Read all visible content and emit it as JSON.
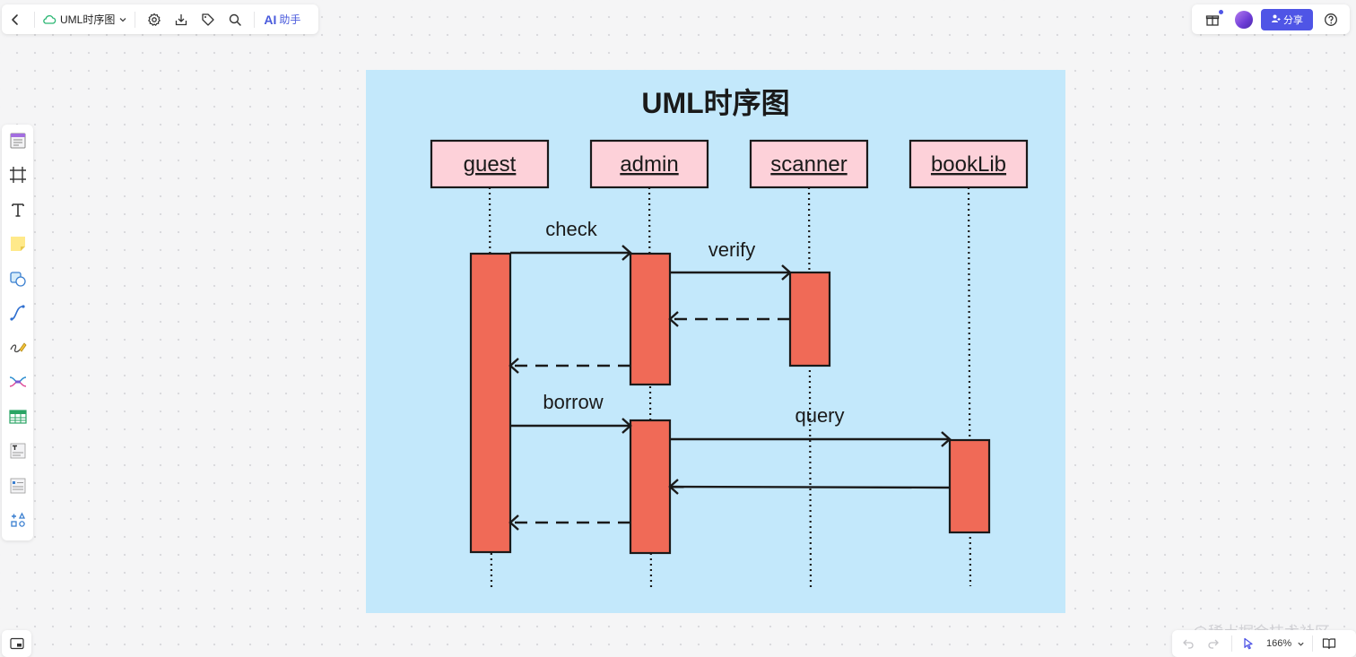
{
  "toolbar": {
    "document_title": "UML时序图",
    "ai_label": "AI",
    "ai_text": "助手",
    "icons": [
      "back-icon",
      "cloud-sync-icon",
      "chevron-down-icon",
      "settings-icon",
      "download-icon",
      "tag-icon",
      "search-icon"
    ]
  },
  "topright": {
    "share_label": "分享",
    "icons": [
      "gift-box-icon",
      "avatar",
      "share-user-icon",
      "help-icon"
    ]
  },
  "left_tools": [
    "frame-template-icon",
    "crop-frame-icon",
    "text-icon",
    "sticky-note-icon",
    "shape-icon",
    "connector-icon",
    "pen-icon",
    "mindmap-icon",
    "table-icon",
    "text-card-icon",
    "list-card-icon",
    "more-components-icon"
  ],
  "bottom": {
    "zoom": "166%",
    "watermark": "@稀土掘金技术社区"
  },
  "colors": {
    "canvas_bg": "#c3e8fb",
    "participant_fill": "#fdd1d9",
    "activation_fill": "#f06a57",
    "stroke": "#1a1a1a",
    "accent": "#4f55e6"
  },
  "diagram": {
    "title": "UML时序图",
    "participants": [
      "guest",
      "admin",
      "scanner",
      "bookLib"
    ],
    "messages": [
      {
        "label": "check",
        "from": "guest",
        "to": "admin",
        "kind": "sync"
      },
      {
        "label": "verify",
        "from": "admin",
        "to": "scanner",
        "kind": "sync"
      },
      {
        "label": "",
        "from": "scanner",
        "to": "admin",
        "kind": "return"
      },
      {
        "label": "",
        "from": "admin",
        "to": "guest",
        "kind": "return"
      },
      {
        "label": "borrow",
        "from": "guest",
        "to": "admin",
        "kind": "sync"
      },
      {
        "label": "query",
        "from": "admin",
        "to": "bookLib",
        "kind": "sync"
      },
      {
        "label": "",
        "from": "bookLib",
        "to": "admin",
        "kind": "reply"
      },
      {
        "label": "",
        "from": "admin",
        "to": "guest",
        "kind": "return"
      }
    ]
  }
}
